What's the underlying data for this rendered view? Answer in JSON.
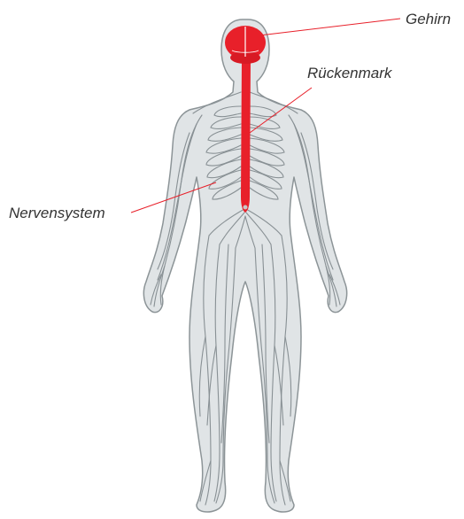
{
  "labels": {
    "brain": "Gehirn",
    "spinal_cord": "Rückenmark",
    "nervous_system": "Nervensystem"
  },
  "colors": {
    "background": "#ffffff",
    "body_fill": "#e0e4e6",
    "body_outline": "#8c9497",
    "nerves": "#889094",
    "cns_highlight": "#e8202a",
    "leader_line": "#e8202a",
    "label_text": "#333333"
  }
}
